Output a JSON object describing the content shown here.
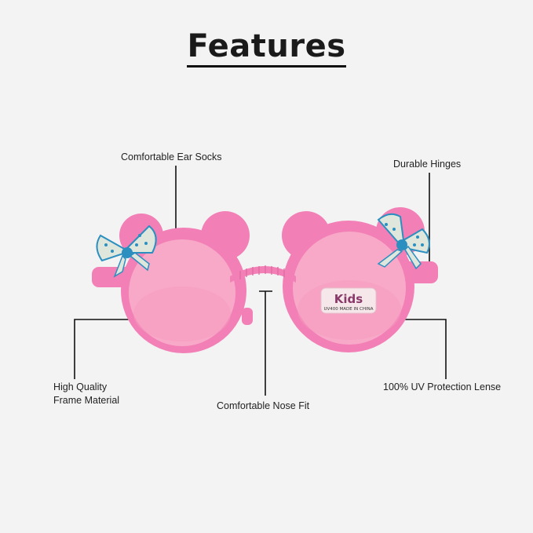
{
  "title": "Features",
  "labels": {
    "ear_socks": "Comfortable Ear Socks",
    "hinges": "Durable Hinges",
    "frame_line1": "High Quality",
    "frame_line2": "Frame Material",
    "nose_fit": "Comfortable Nose Fit",
    "uv_lens": "100% UV Protection Lense"
  },
  "lens_sticker": {
    "brand": "Kids",
    "subtext": "UV400 MADE IN CHINA"
  },
  "colors": {
    "frame": "#f27fb6",
    "lens": "#f8a9c8",
    "bow": "#dfe6dc",
    "bow_accent": "#2b8fc0"
  }
}
